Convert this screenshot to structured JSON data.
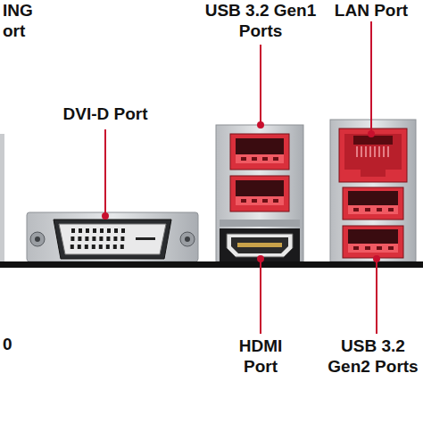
{
  "diagram": {
    "labels": [
      "ING",
      "ort",
      "USB 3.2 Gen1 Ports",
      "LAN Port",
      "DVI-D Port",
      "HDMI Port",
      "USB 3.2 Gen2 Ports",
      "0"
    ]
  }
}
